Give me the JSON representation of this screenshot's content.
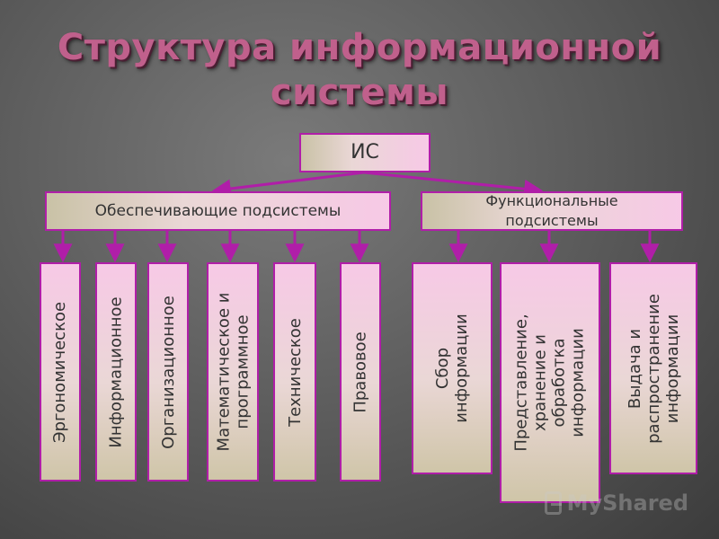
{
  "title": {
    "line1": "Структура информационной",
    "line2": "системы"
  },
  "root": {
    "label": "ИС"
  },
  "left_group": {
    "label": "Обеспечивающие подсистемы",
    "items": [
      {
        "lines": [
          "Эргономическое"
        ]
      },
      {
        "lines": [
          "Информационное"
        ]
      },
      {
        "lines": [
          "Организационное"
        ]
      },
      {
        "lines": [
          "Математическое и",
          "программное"
        ]
      },
      {
        "lines": [
          "Техническое"
        ]
      },
      {
        "lines": [
          "Правовое"
        ]
      }
    ]
  },
  "right_group": {
    "label_line1": "Функциональные",
    "label_line2": "подсистемы",
    "items": [
      {
        "lines": [
          "Сбор",
          "информации"
        ]
      },
      {
        "lines": [
          "Представление,",
          "хранение и",
          "обработка",
          "информации"
        ]
      },
      {
        "lines": [
          "Выдача и",
          "распространение",
          "информации"
        ]
      }
    ]
  },
  "watermark": {
    "text": "MyShared",
    "icon": "presentation-board-icon"
  },
  "colors": {
    "border": "#b01ea8",
    "arrow": "#b01ea8",
    "title": "#c0608c"
  }
}
